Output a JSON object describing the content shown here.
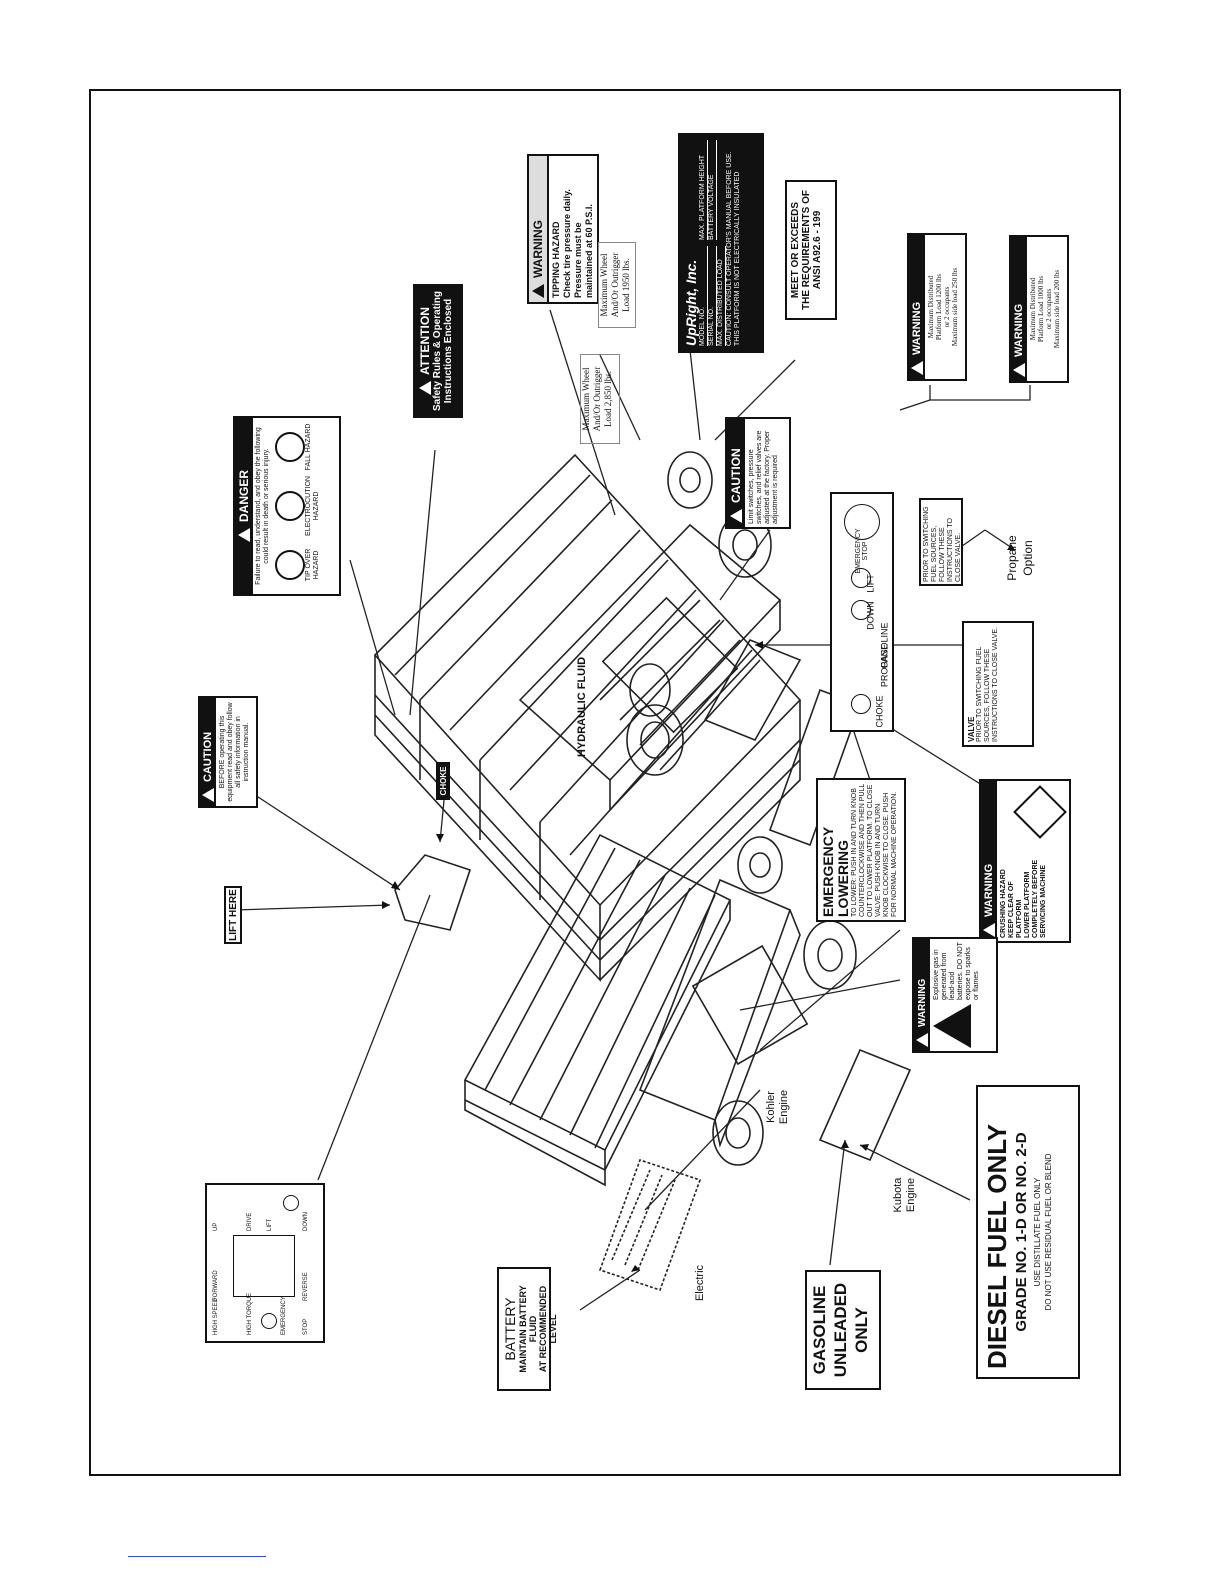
{
  "decals": {
    "caution_top": {
      "header": "CAUTION",
      "body": "BEFORE operating this equipment read and obey follow all safety information in instruction manual."
    },
    "lift_here": "LIFT HERE",
    "choke": "CHOKE",
    "danger": {
      "header": "DANGER",
      "body": "Failure to read, understand, and obey the following could result in death or serious injury.",
      "cols": [
        "TIP OVER HAZARD",
        "ELECTROCUTION HAZARD",
        "FALL HAZARD"
      ]
    },
    "attention": {
      "header": "ATTENTION",
      "body": "Safety Rules & Operating Instructions Enclosed"
    },
    "warning_tipping": {
      "header": "WARNING",
      "line1": "TIPPING HAZARD",
      "line2": "Check tire pressure daily.",
      "line3": "Pressure must be",
      "line4": "maintained at 60 P.S.I."
    },
    "wheel_load_1950": {
      "line1": "Maximum Wheel",
      "line2": "And/Or Outrigger",
      "line3": "Load 1950 lbs."
    },
    "wheel_load_2850": {
      "line1": "Maximum Wheel",
      "line2": "And/Or Outrigger",
      "line3": "Load 2,850 lbs."
    },
    "upright_plate": {
      "brand": "UpRight, Inc.",
      "rows": [
        "MODEL NO.",
        "SERIAL NO.",
        "MAX. DISTRIBUTED LOAD",
        "CAUTION: CONSULT OPERATOR'S MANUAL BEFORE USE.",
        "THIS PLATFORM IS NOT ELECTRICALLY INSULATED"
      ],
      "right_rows": [
        "MAX. PLATFORM HEIGHT",
        "BATTERY VOLTAGE"
      ]
    },
    "ansi": {
      "line1": "MEET OR EXCEEDS",
      "line2": "THE REQUIREMENTS OF",
      "line3": "ANSI A92.6 - 199"
    },
    "warning_load_1": {
      "header": "WARNING",
      "line1": "Maximum Distributed",
      "line2": "Platform Load 1200 lbs",
      "line3": "or 2 occupants",
      "line4": "Maximum side load 250 lbs"
    },
    "warning_load_2": {
      "header": "WARNING",
      "line1": "Maximum Distributed",
      "line2": "Platform Load 1000 lbs",
      "line3": "or 2 occupants",
      "line4": "Maximum side load 200 lbs"
    },
    "caution_limit": {
      "header": "CAUTION",
      "body": "Limit switches, pressure switches, and relief valves are adjusted at the factory. Proper adjustment is required"
    },
    "control_panel": {
      "labels": [
        "EMERGENCY STOP",
        "LIFT",
        "DOWN",
        "GASOLINE",
        "PROPANE",
        "CHOKE"
      ]
    },
    "propane_option": {
      "label1": "Propane",
      "label2": "Option"
    },
    "hydraulic_fluid": "HYDRAULIC FLUID",
    "emergency_lowering": {
      "line1": "EMERGENCY",
      "line2": "LOWERING",
      "body": "TO LOWER: PUSH IN AND TURN KNOB COUNTERCLOCKWISE AND THEN PULL OUT TO LOWER PLATFORM. TO CLOSE VALVE: PUSH KNOB IN AND TURN KNOB CLOCKWISE TO CLOSE. PUSH FOR NORMAL MACHINE OPERATION."
    },
    "warning_crushing": {
      "header": "WARNING",
      "line1": "CRUSHING HAZARD",
      "line2": "KEEP CLEAR OF",
      "line3": "PLATFORM",
      "line4": "LOWER PLATFORM",
      "line5": "COMPLETELY BEFORE",
      "line6": "SERVICING MACHINE"
    },
    "warning_explosion": {
      "header": "WARNING",
      "body": "Explosive gas in generated from lead-acid batteries. DO NOT expose to sparks or flames"
    },
    "valve_decal": {
      "label": "VALVE",
      "body": "PRIOR TO SWITCHING FUEL SOURCES, FOLLOW THESE INSTRUCTIONS TO CLOSE VALVE."
    },
    "engines": {
      "kohler_1": "Kohler",
      "kohler_2": "Engine",
      "kubota_1": "Kubota",
      "kubota_2": "Engine",
      "electric": "Electric"
    },
    "drive_panel": {
      "labels": [
        "HIGH SPEED",
        "HIGH TORQUE",
        "FORWARD",
        "EMERGENCY",
        "STOP",
        "REVERSE",
        "UP",
        "DRIVE",
        "LIFT",
        "DOWN"
      ]
    },
    "battery": {
      "line1": "BATTERY",
      "line2": "MAINTAIN BATTERY FLUID",
      "line3": "AT RECOMMENDED LEVEL"
    },
    "gasoline": {
      "line1": "GASOLINE",
      "line2": "UNLEADED",
      "line3": "ONLY"
    },
    "diesel": {
      "line1": "DIESEL FUEL ONLY",
      "line2": "GRADE NO. 1-D OR NO. 2-D",
      "line3": "USE DISTILLATE FUEL ONLY",
      "line4": "DO NOT USE RESIDUAL FUEL OR BLEND"
    }
  }
}
